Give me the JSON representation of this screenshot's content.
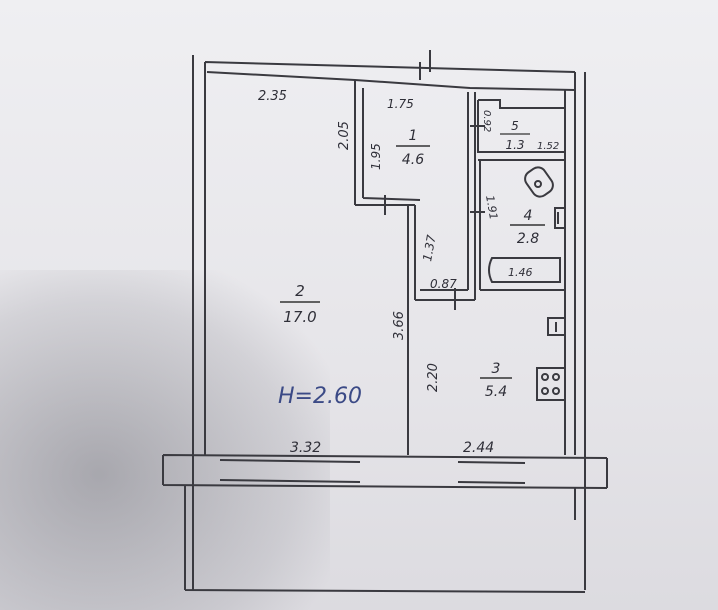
{
  "floor_plan": {
    "ceiling_height": "H=2.60",
    "rooms": [
      {
        "number": "1",
        "area": "4.6"
      },
      {
        "number": "2",
        "area": "17.0"
      },
      {
        "number": "3",
        "area": "5.4"
      },
      {
        "number": "4",
        "area": "2.8"
      },
      {
        "number": "5",
        "area": "1.3"
      }
    ],
    "dimensions": {
      "room2_top": "2.35",
      "room2_side_upper": "2.05",
      "room2_side_lower": "3.66",
      "room2_bottom": "3.32",
      "room1_top": "1.75",
      "room1_side": "1.95",
      "corridor_side": "1.37",
      "corridor_bottom": "0.87",
      "room5_side": "0.92",
      "room5_width": "1.52",
      "room4_side": "1.91",
      "bath_length": "1.46",
      "room3_side": "2.20",
      "room3_bottom": "2.44"
    }
  }
}
